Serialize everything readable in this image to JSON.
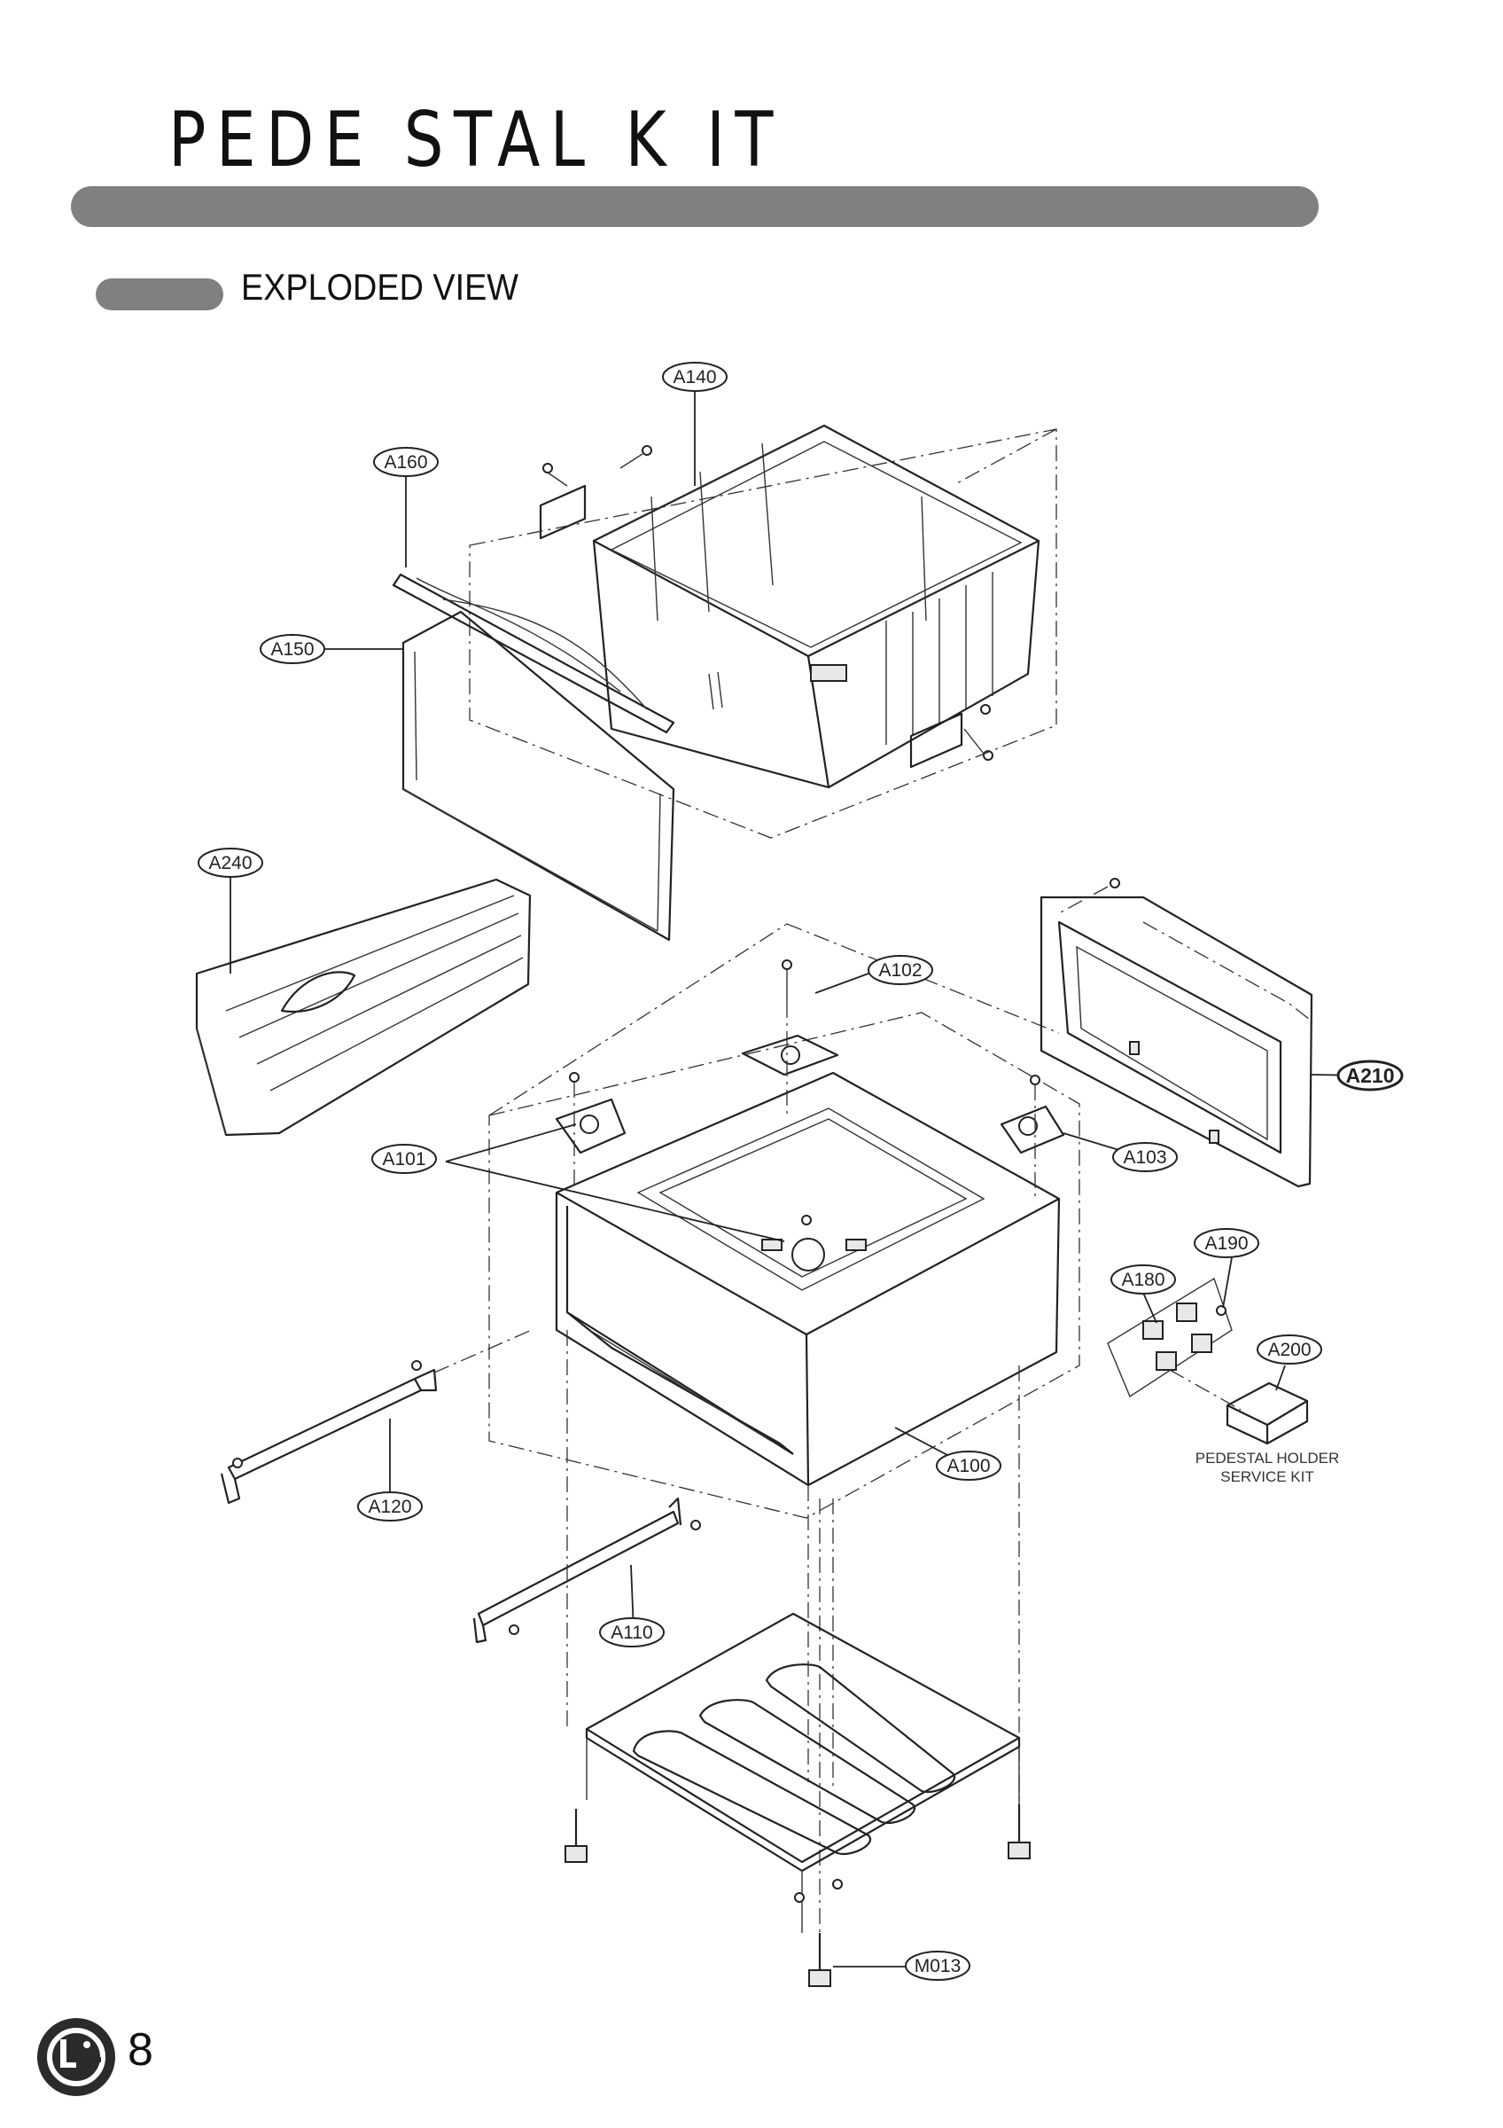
{
  "header": {
    "title": "PEDE STAL K IT",
    "section": "EXPLODED VIEW"
  },
  "callouts": {
    "a140": "A140",
    "a160": "A160",
    "a150": "A150",
    "a240": "A240",
    "a102": "A102",
    "a210": "A210",
    "a101": "A101",
    "a103": "A103",
    "a190": "A190",
    "a180": "A180",
    "a200": "A200",
    "a100": "A100",
    "a120": "A120",
    "a110": "A110",
    "m013": "M013"
  },
  "kit_caption": {
    "line1": "PEDESTAL HOLDER",
    "line2": "SERVICE KIT"
  },
  "footer": {
    "logo_icon": "lg-logo-icon",
    "page_number": "8"
  }
}
